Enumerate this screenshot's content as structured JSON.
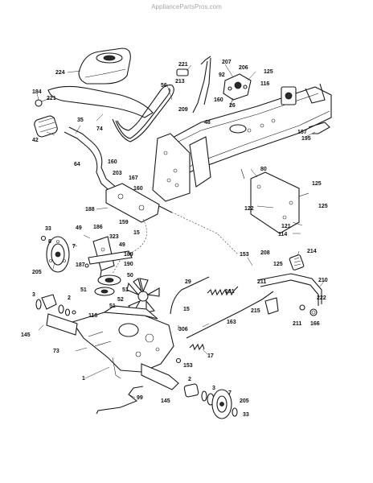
{
  "watermark": "AppliancePartsPros.com",
  "callouts": [
    {
      "id": "c224",
      "text": "224"
    },
    {
      "id": "c221a",
      "text": "221"
    },
    {
      "id": "c213",
      "text": "213"
    },
    {
      "id": "c207",
      "text": "207"
    },
    {
      "id": "c92",
      "text": "92"
    },
    {
      "id": "c206",
      "text": "206"
    },
    {
      "id": "c125a",
      "text": "125"
    },
    {
      "id": "c116a",
      "text": "116"
    },
    {
      "id": "c184",
      "text": "184"
    },
    {
      "id": "c221b",
      "text": "221"
    },
    {
      "id": "c56",
      "text": "56"
    },
    {
      "id": "c160a",
      "text": "160"
    },
    {
      "id": "c26",
      "text": "26"
    },
    {
      "id": "c209",
      "text": "209"
    },
    {
      "id": "c74",
      "text": "74"
    },
    {
      "id": "c35",
      "text": "35"
    },
    {
      "id": "c48",
      "text": "48"
    },
    {
      "id": "c42",
      "text": "42"
    },
    {
      "id": "c167a",
      "text": "167"
    },
    {
      "id": "c195",
      "text": "195"
    },
    {
      "id": "c64",
      "text": "64"
    },
    {
      "id": "c160b",
      "text": "160"
    },
    {
      "id": "c203",
      "text": "203"
    },
    {
      "id": "c167b",
      "text": "167"
    },
    {
      "id": "c160c",
      "text": "160"
    },
    {
      "id": "c80",
      "text": "80"
    },
    {
      "id": "c125b",
      "text": "125"
    },
    {
      "id": "c188",
      "text": "188"
    },
    {
      "id": "c125c",
      "text": "125"
    },
    {
      "id": "c122",
      "text": "122"
    },
    {
      "id": "c159",
      "text": "159"
    },
    {
      "id": "c121",
      "text": "121"
    },
    {
      "id": "c15a",
      "text": "15"
    },
    {
      "id": "c33a",
      "text": "33"
    },
    {
      "id": "c49a",
      "text": "49"
    },
    {
      "id": "c186",
      "text": "186"
    },
    {
      "id": "c323",
      "text": "323"
    },
    {
      "id": "c114",
      "text": "114"
    },
    {
      "id": "c8",
      "text": "8"
    },
    {
      "id": "c7a",
      "text": "7"
    },
    {
      "id": "c49b",
      "text": "49"
    },
    {
      "id": "c189",
      "text": "189"
    },
    {
      "id": "c153a",
      "text": "153"
    },
    {
      "id": "c208",
      "text": "208"
    },
    {
      "id": "c214",
      "text": "214"
    },
    {
      "id": "c205a",
      "text": "205"
    },
    {
      "id": "c187",
      "text": "187"
    },
    {
      "id": "c190",
      "text": "190"
    },
    {
      "id": "c125d",
      "text": "125"
    },
    {
      "id": "c50",
      "text": "50"
    },
    {
      "id": "c211a",
      "text": "211"
    },
    {
      "id": "c210",
      "text": "210"
    },
    {
      "id": "c29",
      "text": "29"
    },
    {
      "id": "c161",
      "text": "161"
    },
    {
      "id": "c51a",
      "text": "51"
    },
    {
      "id": "c51b",
      "text": "51"
    },
    {
      "id": "c52",
      "text": "52"
    },
    {
      "id": "c222",
      "text": "222"
    },
    {
      "id": "c3a",
      "text": "3"
    },
    {
      "id": "c51c",
      "text": "51"
    },
    {
      "id": "c2",
      "text": "2"
    },
    {
      "id": "c215",
      "text": "215"
    },
    {
      "id": "c15b",
      "text": "15"
    },
    {
      "id": "c211b",
      "text": "211"
    },
    {
      "id": "c166",
      "text": "166"
    },
    {
      "id": "c116b",
      "text": "116"
    },
    {
      "id": "c306",
      "text": "306"
    },
    {
      "id": "c163",
      "text": "163"
    },
    {
      "id": "c145a",
      "text": "145"
    },
    {
      "id": "c73",
      "text": "73"
    },
    {
      "id": "c17",
      "text": "17"
    },
    {
      "id": "c153b",
      "text": "153"
    },
    {
      "id": "c1",
      "text": "1"
    },
    {
      "id": "c2b",
      "text": "2"
    },
    {
      "id": "c3b",
      "text": "3"
    },
    {
      "id": "c7b",
      "text": "7"
    },
    {
      "id": "c99",
      "text": "99"
    },
    {
      "id": "c145b",
      "text": "145"
    },
    {
      "id": "c205b",
      "text": "205"
    },
    {
      "id": "c33b",
      "text": "33"
    }
  ]
}
